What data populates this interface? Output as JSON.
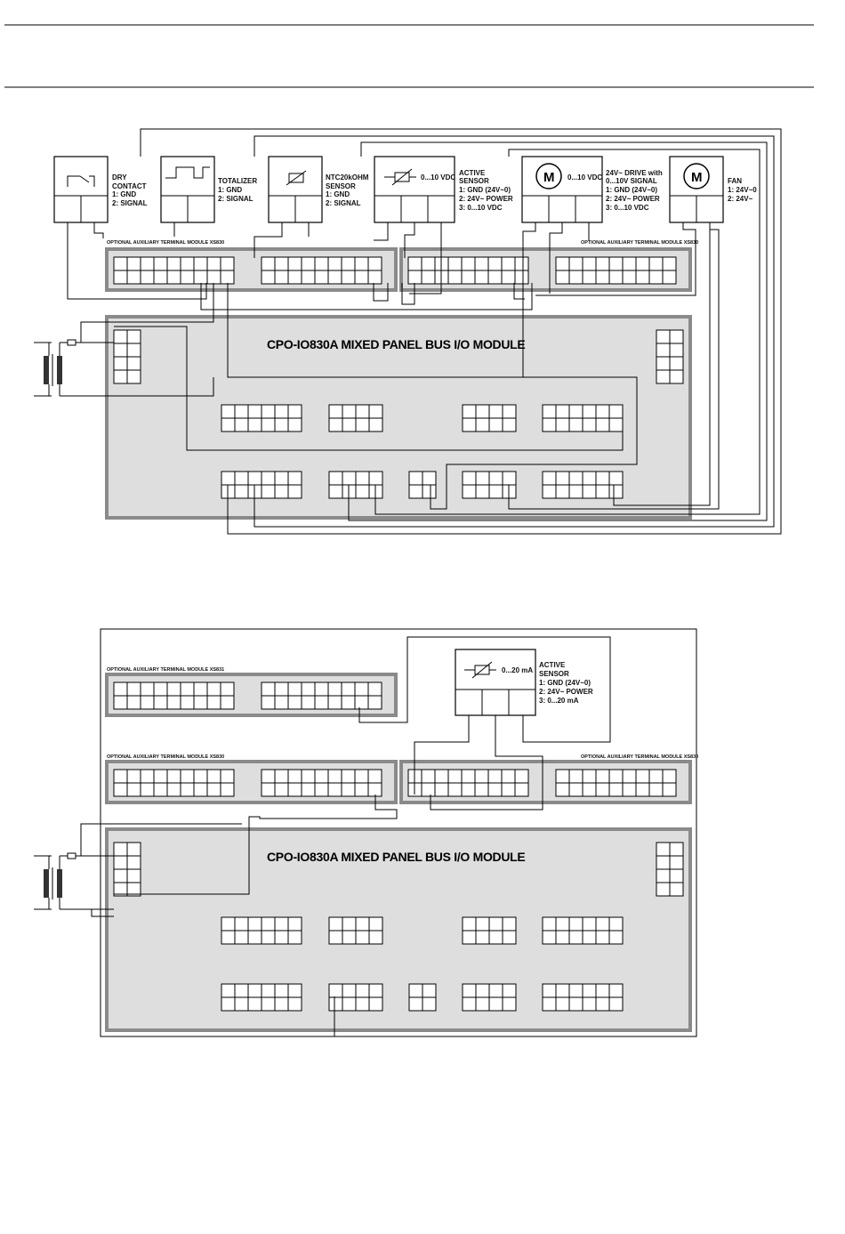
{
  "diagram1": {
    "module_title": "CPO-IO830A MIXED PANEL BUS I/O MODULE",
    "aux_left_label": "OPTIONAL AUXILIARY TERMINAL MODULE XS830",
    "aux_right_label": "OPTIONAL AUXILIARY TERMINAL MODULE XS830",
    "devices": [
      {
        "lines": [
          "DRY",
          "CONTACT",
          "1: GND",
          "2: SIGNAL"
        ],
        "icon": "relay-contact-icon"
      },
      {
        "lines": [
          "TOTALIZER",
          "1: GND",
          "2: SIGNAL"
        ],
        "icon": "pulse-icon"
      },
      {
        "lines": [
          "NTC20kOHM",
          "SENSOR",
          "1: GND",
          "2: SIGNAL"
        ],
        "icon": "thermistor-icon"
      },
      {
        "lines": [
          "ACTIVE",
          "SENSOR",
          "1: GND (24V~0)",
          "2: 24V~ POWER",
          "3: 0...10 VDC"
        ],
        "icon": "thermistor-icon",
        "inner": "0...10 VDC"
      },
      {
        "lines": [
          "24V~ DRIVE with",
          "0...10V SIGNAL",
          "1: GND (24V~0)",
          "2: 24V~ POWER",
          "3: 0...10 VDC"
        ],
        "icon": "motor-icon",
        "inner": "0...10 VDC",
        "motor": "M"
      },
      {
        "lines": [
          "FAN",
          "1: 24V~0",
          "2: 24V~"
        ],
        "icon": "motor-icon",
        "motor": "M"
      }
    ]
  },
  "diagram2": {
    "module_title": "CPO-IO830A MIXED PANEL BUS I/O MODULE",
    "aux_top_label": "OPTIONAL AUXILIARY TERMINAL MODULE XS831",
    "aux_left_label": "OPTIONAL AUXILIARY TERMINAL MODULE XS830",
    "aux_right_label": "OPTIONAL AUXILIARY TERMINAL MODULE XS830",
    "device": {
      "lines": [
        "ACTIVE",
        "SENSOR",
        "1: GND (24V~0)",
        "2: 24V~ POWER",
        "3: 0...20 mA"
      ],
      "icon": "thermistor-icon",
      "inner": "0...20 mA"
    }
  },
  "colors": {
    "module_fill": "#dedede",
    "module_border": "#8a8a8a",
    "wire": "#000000"
  }
}
